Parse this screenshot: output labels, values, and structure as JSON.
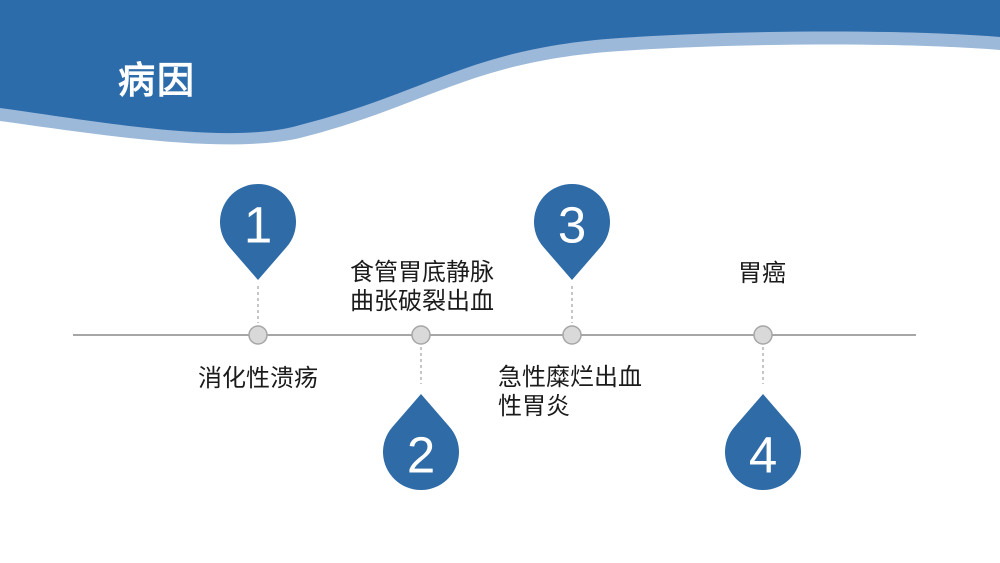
{
  "header": {
    "title": "病因"
  },
  "colors": {
    "header_blue": "#2d6cab",
    "band_light_blue": "#9cb9da",
    "pin_blue": "#2e6ba7",
    "line_gray": "#a6a6a6",
    "node_gray": "#d9d9d9",
    "text_black": "#1b1b1b"
  },
  "timeline": {
    "items": [
      {
        "number": "1",
        "label": "消化性溃疡",
        "pin_position": "above-line",
        "label_position": "below-line"
      },
      {
        "number": "2",
        "label": "食管胃底静脉\n曲张破裂出血",
        "pin_position": "below-line",
        "label_position": "above-line"
      },
      {
        "number": "3",
        "label": "急性糜烂出血\n性胃炎",
        "pin_position": "above-line",
        "label_position": "below-line"
      },
      {
        "number": "4",
        "label": "胃癌",
        "pin_position": "below-line",
        "label_position": "above-line"
      }
    ]
  }
}
